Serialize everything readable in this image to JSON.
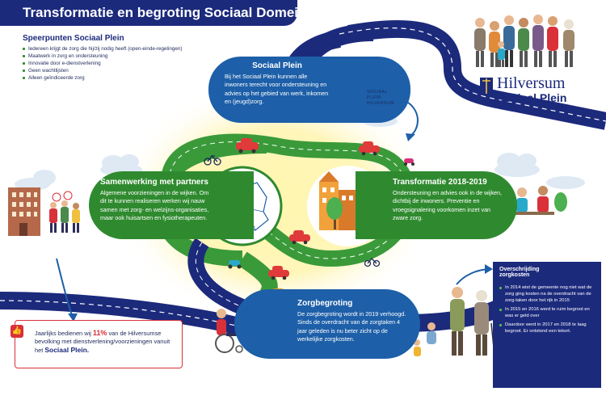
{
  "header": {
    "title": "Transformatie en begroting Sociaal Domein"
  },
  "speerpunten": {
    "title": "Speerpunten Sociaal Plein",
    "items": [
      "Iedereen krijgt de zorg die hij/zij nodig heeft (open-einde-regelingen)",
      "Maatwerk in zorg en ondersteuning",
      "Innovatie door e-dienstverlening",
      "Geen wachtlijsten",
      "Alleen geïndiceerde zorg"
    ]
  },
  "sociaal_plein": {
    "title": "Sociaal Plein",
    "text": "Bij het Sociaal Plein kunnen alle inwoners terecht voor ondersteuning en advies op het gebied van werk, inkomen en (jeugd)zorg.",
    "sign": [
      "SOCIAAL",
      "PLEIN",
      "HILVERSUM"
    ]
  },
  "samenwerking": {
    "title": "Samenwerking met partners",
    "text": "Algemene voorzieningen in de wijken. Om dit te kunnen realiseren werken wij nauw samen met zorg- en welzijns-organisaties, maar ook huisartsen en fysiotherapeuten."
  },
  "transformatie": {
    "title": "Transformatie 2018-2019",
    "text": "Ondersteuning en advies ook in de wijken, dichtbij de inwoners. Preventie en vroegsignalering voorkomen inzet van zware zorg."
  },
  "zorgbegroting": {
    "title": "Zorgbegroting",
    "text": "De zorgbegroting wordt in 2019 verhoogd. Sinds de overdracht van de zorgtaken 4 jaar geleden is nu beter zicht op de werkelijke zorgkosten."
  },
  "overschrijding": {
    "title_1": "Overschrijding",
    "title_2": "zorgkosten",
    "items": [
      "In 2014 wist de gemeente nog niet wat de zorg ging kosten na de overdracht van de zorg-taken door het rijk in 2015",
      "In 2015 en 2016 werd te ruim begroot en was er geld over",
      "Daardoor werd in 2017 en 2018 te laag begroot. Er ontstond een tekort."
    ]
  },
  "callout": {
    "part1": "Jaarlijks bedienen wij ",
    "percentage": "11%",
    "part2": " van de Hilversumse bevolking met dienstverlening/voorzieningen vanuit het ",
    "brand": "Sociaal Plein."
  },
  "logo": {
    "line1": "Hilversum",
    "line2": "Sociaal Plein"
  },
  "icons": [
    "thumbs-up-icon",
    "info-desk-people-icon",
    "family-group-icon",
    "city-map-icon",
    "buildings-icon",
    "coin-stacks-icon",
    "wheelchair-person-icon",
    "car-icon",
    "bicycle-icon",
    "scooter-icon",
    "tree-icon",
    "cloud-icon",
    "arrow-icon",
    "logo-shield-icon"
  ],
  "colors": {
    "navy": "#1c2a7c",
    "blue": "#1d5fa8",
    "green": "#2f8a2f",
    "road": "#3a9a3a",
    "red": "#d9303a",
    "glow": "#fff3a8"
  }
}
